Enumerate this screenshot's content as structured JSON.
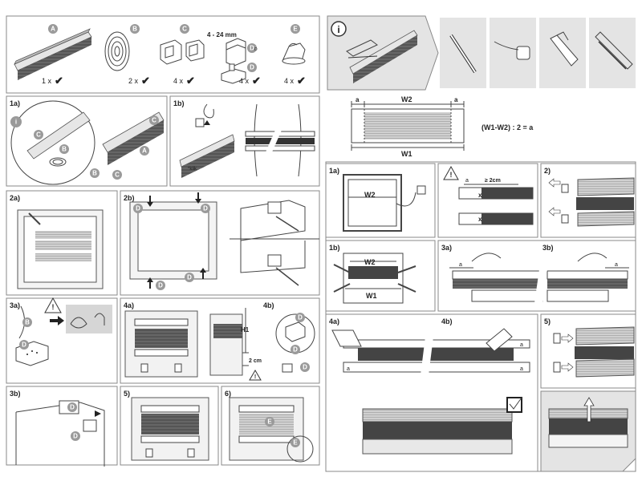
{
  "parts": [
    {
      "letter": "A",
      "qty": "1 x"
    },
    {
      "letter": "B",
      "qty": "2 x"
    },
    {
      "letter": "C",
      "qty": "4 x"
    },
    {
      "letter": "D",
      "qty": "4 x"
    },
    {
      "letter": "E",
      "qty": "4 x"
    }
  ],
  "parts_range": "4 - 24 mm",
  "sub_d1": "D",
  "sub_d2": "D",
  "info_glyph": "i",
  "panels": {
    "p1a": "1a)",
    "p1b": "1b)",
    "p2a": "2a)",
    "p2b": "2b)",
    "p3a": "3a)",
    "p3b": "3b)",
    "p4a": "4a)",
    "p4b": "4b)",
    "p5": "5)",
    "p6": "6)",
    "r1a": "1a)",
    "r1b": "1b)",
    "r2": "2)",
    "r3a": "3a)",
    "r3b": "3b)",
    "r4a": "4a)",
    "r4b": "4b)",
    "r5": "5)"
  },
  "measure": {
    "a": "a",
    "w1": "W1",
    "w2": "W2",
    "formula": "(W1-W2) : 2 = a"
  },
  "h1": "H1",
  "two_cm": "2 cm",
  "ge2cm": "≥ 2cm",
  "x_mark": "x",
  "colors": {
    "badge": "#9a9a9a",
    "fabric_dark": "#444444",
    "panel_grey": "#e4e4e4",
    "border": "#888888"
  }
}
